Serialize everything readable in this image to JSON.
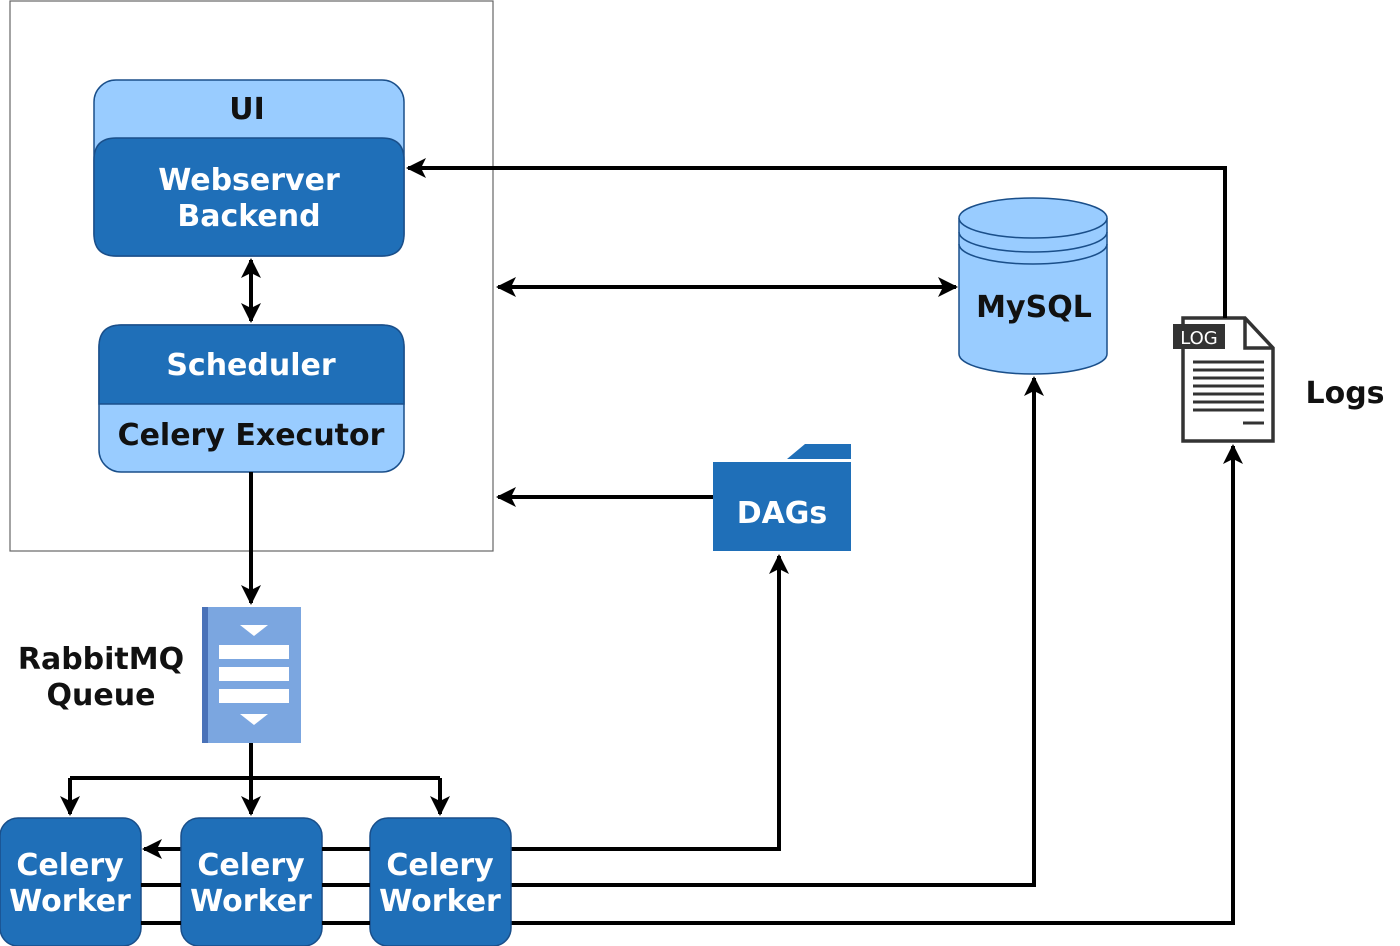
{
  "airflow": {
    "ui_label": "UI",
    "webserver_label_1": "Webserver",
    "webserver_label_2": "Backend",
    "scheduler_label": "Scheduler",
    "executor_label": "Celery Executor"
  },
  "mysql": {
    "label": "MySQL"
  },
  "logs": {
    "badge": "LOG",
    "label": "Logs"
  },
  "dags": {
    "label": "DAGs"
  },
  "queue": {
    "label_1": "RabbitMQ",
    "label_2": "Queue"
  },
  "workers": [
    {
      "line_1": "Celery",
      "line_2": "Worker"
    },
    {
      "line_1": "Celery",
      "line_2": "Worker"
    },
    {
      "line_1": "Celery",
      "line_2": "Worker"
    }
  ],
  "colors": {
    "dark_blue": "#1f6fb8",
    "light_blue": "#99ccff",
    "queue_blue": "#7ba6e0",
    "frame_border": "#666666",
    "wire": "#000000"
  }
}
